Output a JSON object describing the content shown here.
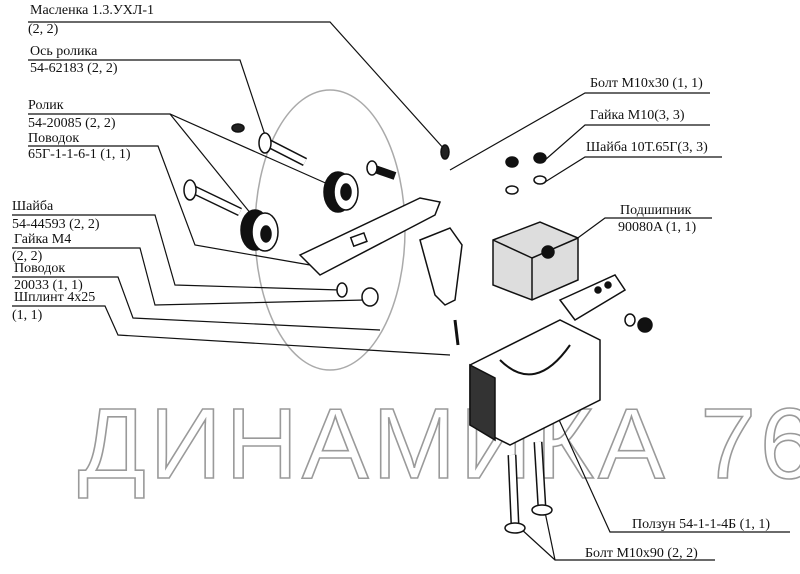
{
  "watermark": "ДИНАМИКА 76",
  "labels_left": [
    {
      "name": "Масленка 1.3.УХЛ-1",
      "qty": "(2, 2)"
    },
    {
      "name": "Ось ролика",
      "qty": "54-62183 (2, 2)"
    },
    {
      "name": "Ролик",
      "qty": "54-20085 (2, 2)"
    },
    {
      "name": "Поводок",
      "qty": "65Г-1-1-6-1 (1, 1)"
    },
    {
      "name": "Шайба",
      "qty": "54-44593 (2, 2)"
    },
    {
      "name": "Гайка М4",
      "qty": "(2, 2)"
    },
    {
      "name": "Поводок",
      "qty": "20033 (1, 1)"
    },
    {
      "name": "Шплинт 4x25",
      "qty": "(1, 1)"
    }
  ],
  "labels_right": [
    {
      "text": "Болт М10x30 (1, 1)"
    },
    {
      "text": "Гайка М10(3, 3)"
    },
    {
      "text": "Шайба 10Т.65Г(3, 3)"
    },
    {
      "name": "Подшипник",
      "qty": "90080A (1, 1)"
    },
    {
      "text": "Ползун 54-1-1-4Б (1, 1)"
    },
    {
      "text": "Болт М10x90 (2, 2)"
    }
  ]
}
